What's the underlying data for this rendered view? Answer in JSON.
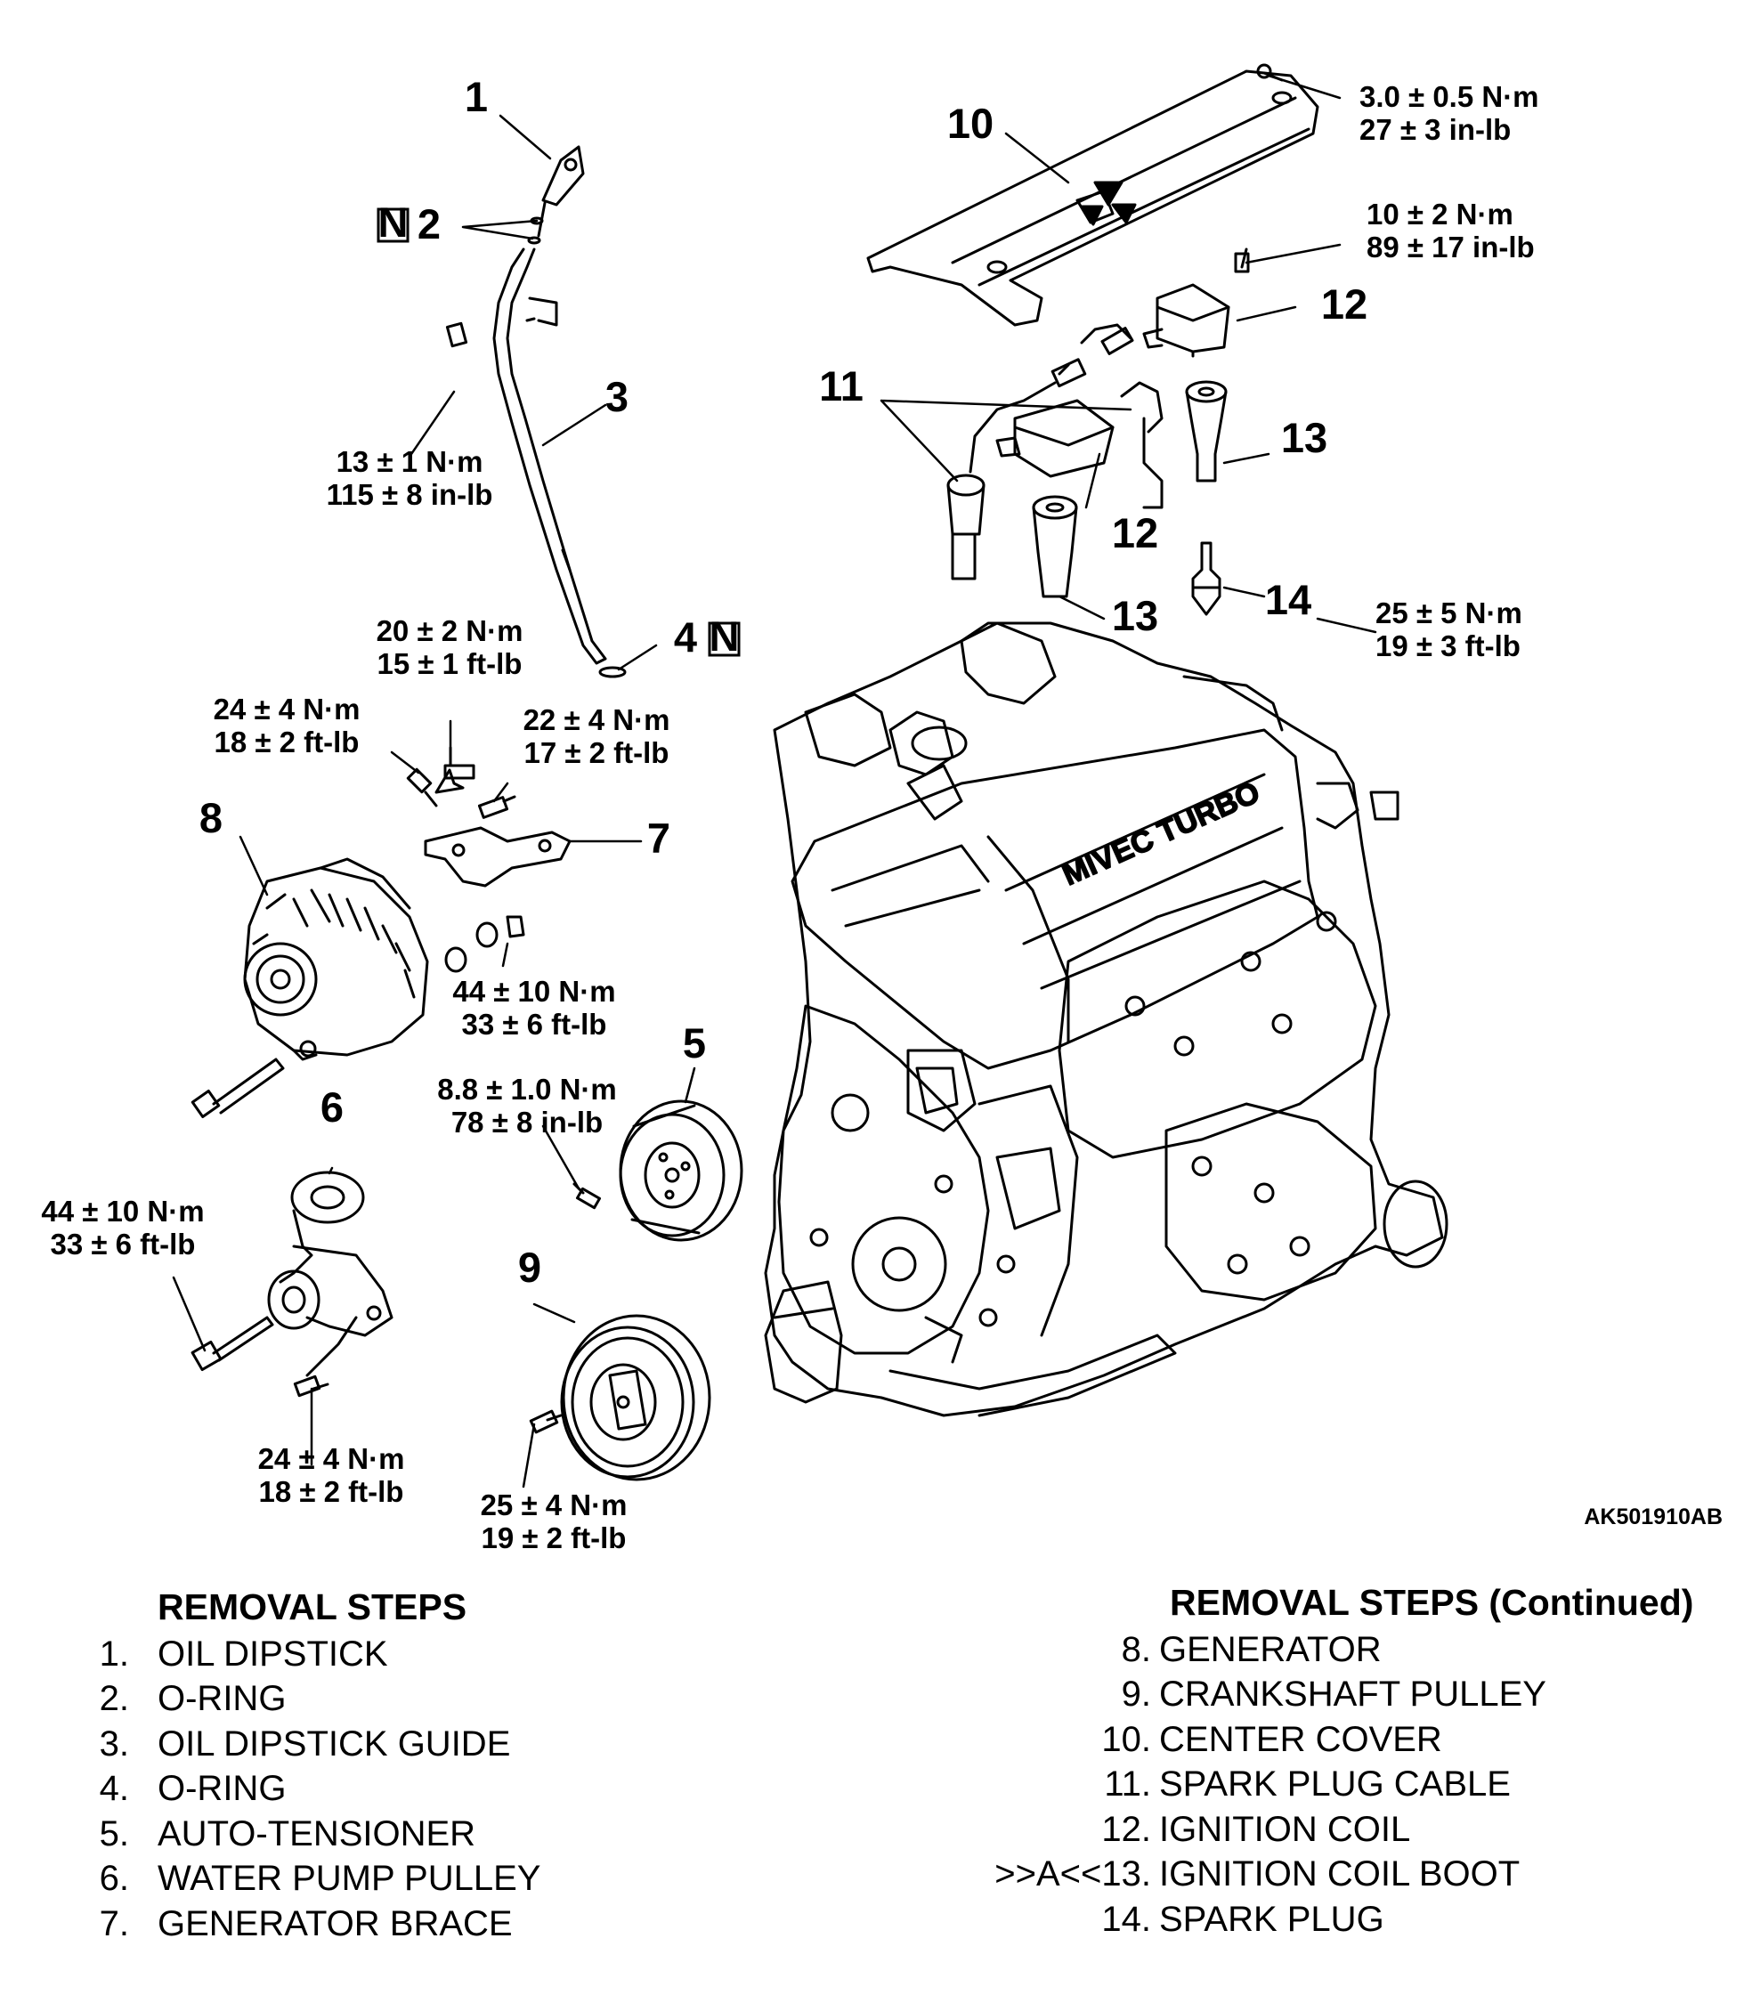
{
  "figure_id": "AK501910AB",
  "callouts": {
    "c1": "1",
    "c2": "2",
    "c3": "3",
    "c4": "4",
    "c5": "5",
    "c6": "6",
    "c7": "7",
    "c8": "8",
    "c9": "9",
    "c10": "10",
    "c11": "11",
    "c12a": "12",
    "c12b": "12",
    "c13a": "13",
    "c13b": "13",
    "c14": "14",
    "n_mark": "N"
  },
  "torques": {
    "t_center_cover": [
      "3.0 ± 0.5 N·m",
      "27 ± 3 in-lb"
    ],
    "t_coil": [
      "10 ± 2 N·m",
      "89 ± 17 in-lb"
    ],
    "t_spark_plug": [
      "25 ± 5 N·m",
      "19 ± 3 ft-lb"
    ],
    "t_guide": [
      "13 ± 1 N·m",
      "115 ± 8 in-lb"
    ],
    "t_brace_top": [
      "20 ± 2 N·m",
      "15 ± 1 ft-lb"
    ],
    "t_brace_left": [
      "24 ± 4 N·m",
      "18 ± 2 ft-lb"
    ],
    "t_brace_right": [
      "22 ± 4 N·m",
      "17 ± 2 ft-lb"
    ],
    "t_generator_nut": [
      "44 ± 10 N·m",
      "33 ± 6 ft-lb"
    ],
    "t_water_pump": [
      "8.8 ± 1.0 N·m",
      "78 ± 8 in-lb"
    ],
    "t_tensioner_bolt": [
      "44 ± 10 N·m",
      "33 ± 6 ft-lb"
    ],
    "t_tensioner_lower": [
      "24 ± 4 N·m",
      "18 ± 2 ft-lb"
    ],
    "t_crank": [
      "25 ± 4 N·m",
      "19 ± 2 ft-lb"
    ]
  },
  "engine_text": "MIVEC TURBO",
  "removal_steps": {
    "heading": "REMOVAL STEPS",
    "items": [
      {
        "n": "1.",
        "label": "OIL DIPSTICK"
      },
      {
        "n": "2.",
        "label": "O-RING"
      },
      {
        "n": "3.",
        "label": "OIL DIPSTICK GUIDE"
      },
      {
        "n": "4.",
        "label": "O-RING"
      },
      {
        "n": "5.",
        "label": "AUTO-TENSIONER"
      },
      {
        "n": "6.",
        "label": "WATER PUMP PULLEY"
      },
      {
        "n": "7.",
        "label": "GENERATOR BRACE"
      }
    ]
  },
  "removal_steps_continued": {
    "heading": "REMOVAL STEPS (Continued)",
    "items": [
      {
        "n": "8.",
        "label": "GENERATOR"
      },
      {
        "n": "9.",
        "label": "CRANKSHAFT PULLEY"
      },
      {
        "n": "10.",
        "label": "CENTER COVER"
      },
      {
        "n": "11.",
        "label": "SPARK PLUG CABLE"
      },
      {
        "n": "12.",
        "label": "IGNITION COIL"
      },
      {
        "n": ">>A<<13.",
        "label": "IGNITION COIL BOOT"
      },
      {
        "n": "14.",
        "label": "SPARK PLUG"
      }
    ]
  }
}
